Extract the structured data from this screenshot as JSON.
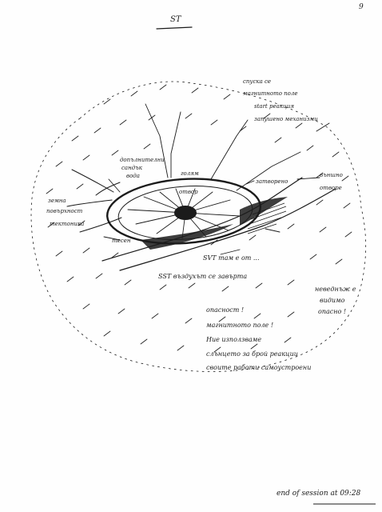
{
  "page": {
    "number": "9",
    "header": "ST",
    "footer": "end of session at 09:28"
  },
  "labels": {
    "top_right_1": "спуска се",
    "top_right_2": "магнитното поле",
    "top_right_3": "start реакция",
    "top_right_4": "запушено механизми",
    "upper_left_1": "допълнителни",
    "upper_left_2": "сандък",
    "upper_left_3": "вода",
    "center_top": "голям",
    "center_inner": "отвор",
    "upper_right_arm": "затворено",
    "far_right_1": "външно",
    "far_right_2": "отворе",
    "left_1": "земна",
    "left_2": "повърхност",
    "left_3": "тектоника",
    "lower_left": "тесен",
    "mid_lower": "SVT там е от ...",
    "low": "SST въздухът се завърта",
    "right_margin_1": "неведнъж е",
    "right_margin_2": "видимо",
    "right_margin_3": "опасно !",
    "bottom_1": "опасност !",
    "bottom_2": "магнитното поле !",
    "bottom_3": "Ние използваме",
    "bottom_4": "слънцето за брой реакции",
    "bottom_5": "своите работи самоустроени"
  },
  "colors": {
    "ink": "#1b1b1b",
    "paper": "#fefefe"
  },
  "icons": {
    "page_number": "handwritten-numeral",
    "sketch": "crater-sketch"
  }
}
